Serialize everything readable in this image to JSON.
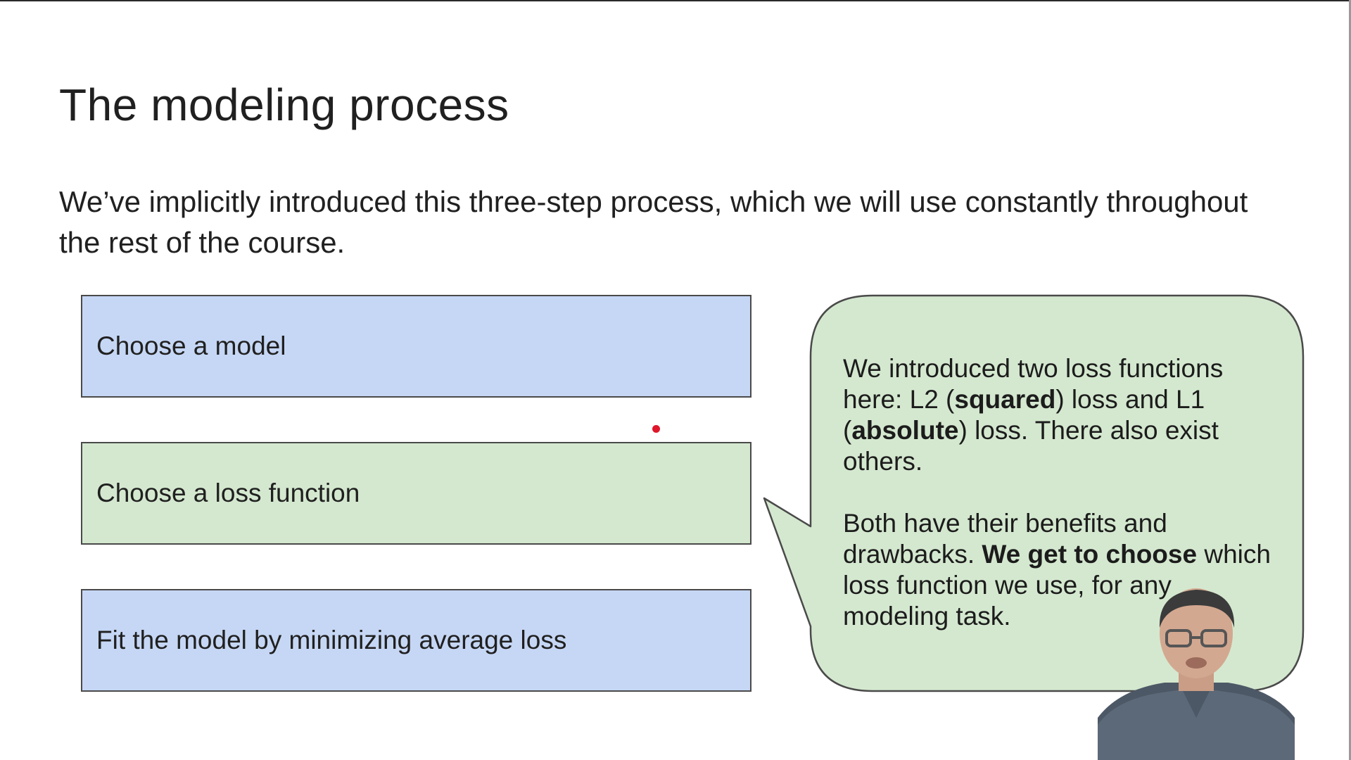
{
  "slide": {
    "title": "The modeling process",
    "intro": "We’ve implicitly introduced this three-step process, which we will use constantly throughout the rest of the course."
  },
  "steps": [
    {
      "label": "Choose a model",
      "color": "#c6d7f5"
    },
    {
      "label": "Choose a loss function",
      "color": "#d4e8cf"
    },
    {
      "label": "Fit the model by minimizing average loss",
      "color": "#c6d7f5"
    }
  ],
  "callout": {
    "p1": {
      "t1": "We introduced two loss functions here: L2 (",
      "b1": "squared",
      "t2": ") loss and L1 (",
      "b2": "absolute",
      "t3": ") loss. There also exist others."
    },
    "p2": {
      "t1": "Both have their benefits and drawbacks. ",
      "b1": "We get to choose",
      "t2": " which loss function we use, for any modeling task."
    },
    "fill_color": "#d4e8cf"
  },
  "overlays": {
    "laser_pointer_color": "#e0162b",
    "presenter_icon": "presenter-webcam"
  }
}
